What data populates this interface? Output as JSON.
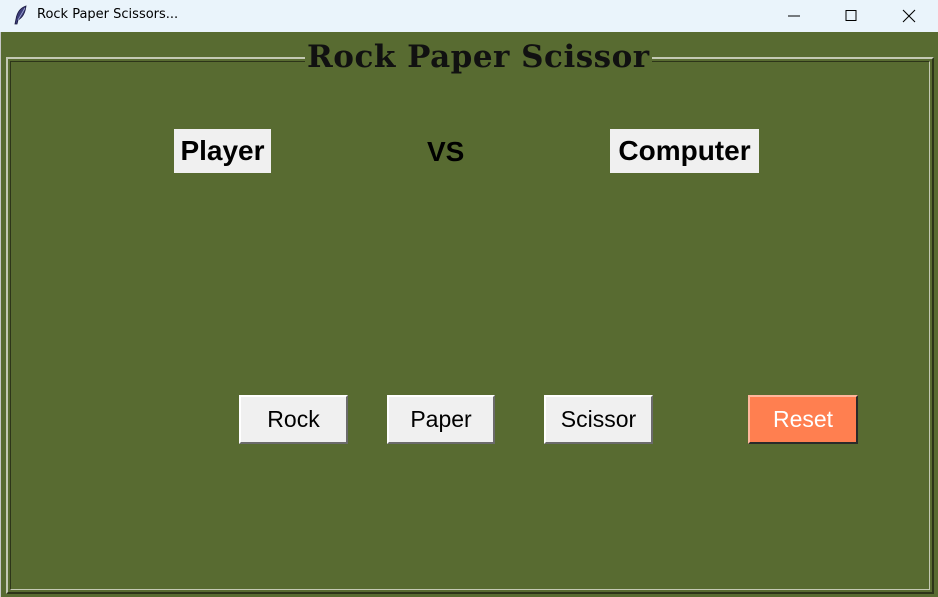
{
  "window": {
    "title": "Rock Paper Scissors...",
    "icon": "feather-icon",
    "controls": [
      "minimize-icon",
      "maximize-icon",
      "close-icon"
    ]
  },
  "game": {
    "frame_title": "Rock Paper Scissor",
    "player_label": "Player",
    "vs_label": "VS",
    "computer_label": "Computer"
  },
  "buttons": {
    "rock": "Rock",
    "paper": "Paper",
    "scissor": "Scissor",
    "reset": "Reset"
  },
  "colors": {
    "background": "#586b31",
    "label_bg": "#f0f0f0",
    "button_bg": "#f0f0f0",
    "reset_bg": "#ff7f50",
    "reset_text": "#ffffff",
    "titlebar_bg": "#eaf4fb"
  }
}
